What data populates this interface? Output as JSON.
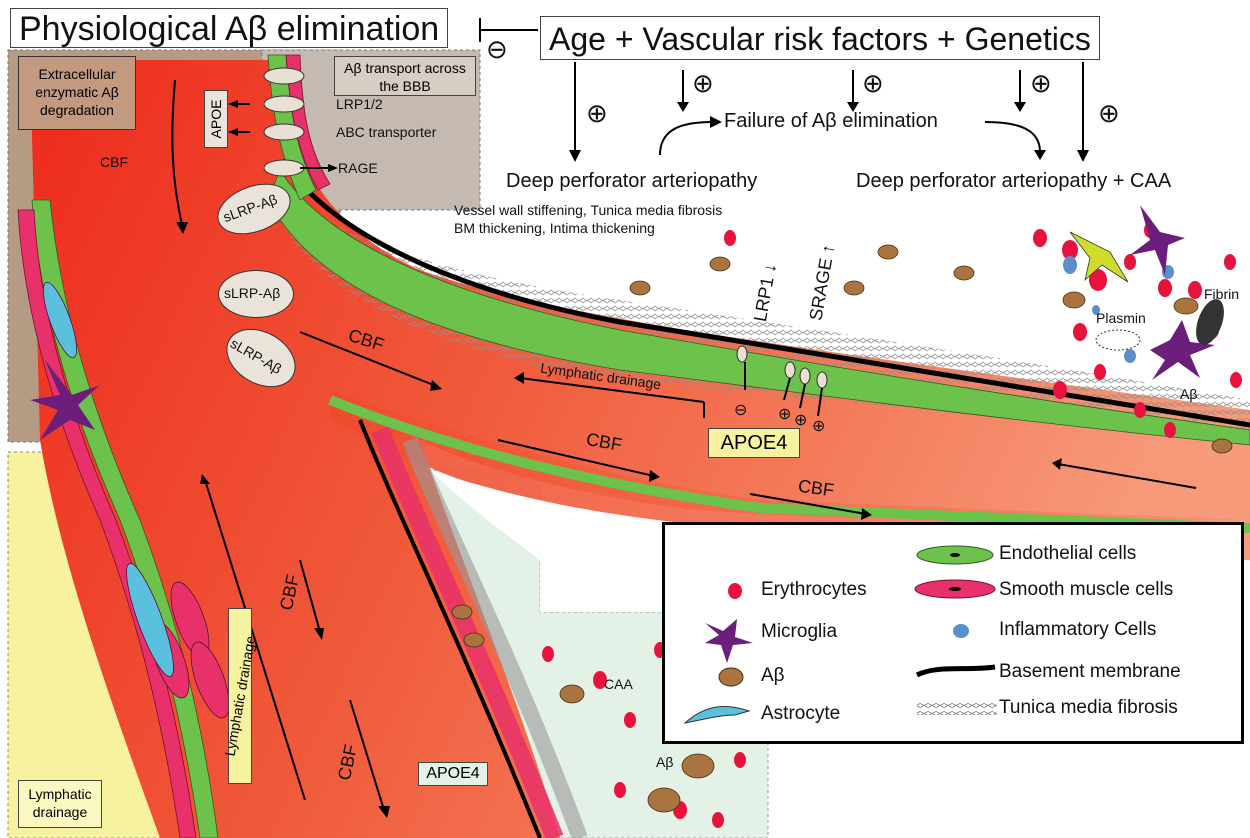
{
  "header": {
    "physiological_elimination": "Physiological Aβ elimination",
    "risk_factors": "Age + Vascular risk factors + Genetics",
    "inhibit_symbol": "⊖",
    "plus_symbol": "⊕",
    "failure": "Failure of Aβ elimination",
    "deep_perforator": "Deep perforator arteriopathy",
    "deep_perforator_caa": "Deep perforator arteriopathy + CAA",
    "wall_changes_1": "Vessel wall stiffening, Tunica media fibrosis",
    "wall_changes_2": "BM thickening, Intima thickening"
  },
  "left_panel": {
    "extracellular": "Extracellular enzymatic Aβ degradation",
    "bbb_transport": "Aβ transport across the BBB",
    "apoe": "APOE",
    "lrp": "LRP1/2",
    "abc": "ABC transporter",
    "rage": "RAGE",
    "lymphatic_box": "Lymphatic drainage",
    "lymphatic_vertical": "Lymphatic drainage"
  },
  "vessel": {
    "cbf": "CBF",
    "slrp": "sLRP-Aβ",
    "lymphatic_drainage": "Lymphatic drainage",
    "lrp1": "LRP1 ↓",
    "srage": "SRAGE ↑",
    "apoe4": "APOE4",
    "minus": "⊖",
    "plus": "⊕"
  },
  "tissue": {
    "fibrin": "Fibrin",
    "plasmin": "Plasmin",
    "abeta": "Aβ",
    "caa": "CAA"
  },
  "legend": {
    "erythrocytes": "Erythrocytes",
    "microglia": "Microglia",
    "abeta": "Aβ",
    "astrocyte": "Astrocyte",
    "endothelial": "Endothelial cells",
    "smooth_muscle": "Smooth muscle cells",
    "inflammatory": "Inflammatory Cells",
    "basement": "Basement membrane",
    "tunica": "Tunica media fibrosis"
  },
  "colors": {
    "erythrocyte": "#e8133c",
    "smooth_muscle": "#e8306a",
    "endothelial": "#6cc24a",
    "abeta": "#a9743f",
    "microglia": "#6b1f7a",
    "astrocyte": "#5bc0de",
    "inflammatory": "#5b8fc9",
    "vessel_red": "#ee2a1c",
    "vessel_orange": "#f58a68",
    "tan_panel": "#b59a84",
    "grey_panel": "#c4bab2",
    "yellow_panel": "#f7f2a0",
    "mint_panel": "#e4f1e6"
  }
}
